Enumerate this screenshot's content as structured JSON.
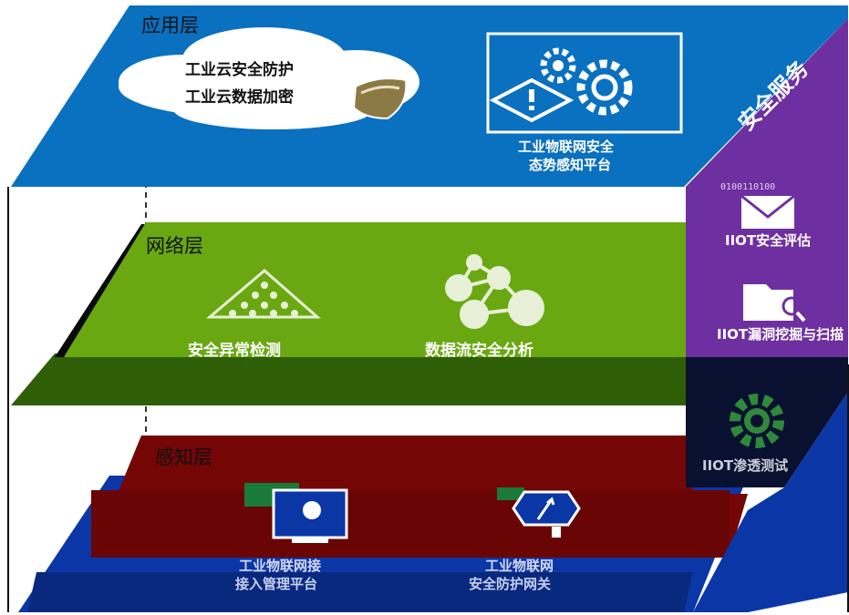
{
  "application_layer": {
    "title": "应用层",
    "cloud_items": [
      "工业云安全防护",
      "工业云数据加密"
    ],
    "platform_label_line1": "工业物联网安全",
    "platform_label_line2": "态势感知平台"
  },
  "network_layer": {
    "title": "网络层",
    "items": [
      "安全异常检测",
      "数据流安全分析"
    ]
  },
  "perception_layer": {
    "title": "感知层",
    "item1_line1": "工业物联网接",
    "item1_line2": "接入管理平台",
    "item2_line1": "工业物联网",
    "item2_line2": "安全防护网关"
  },
  "security_services": {
    "title": "安全服务",
    "binary_text": "0100110100",
    "items": [
      "IIOT安全评估",
      "IIOT漏洞挖掘与扫描",
      "IIOT渗透测试"
    ]
  },
  "colors": {
    "application": "#0a70c0",
    "network_light": "#6aa812",
    "network_dark": "#2e5e06",
    "perception": "#7a0808",
    "perception_base": "#0a3aa8",
    "services": "#6e2fa0",
    "services_dark": "#0a1030"
  }
}
